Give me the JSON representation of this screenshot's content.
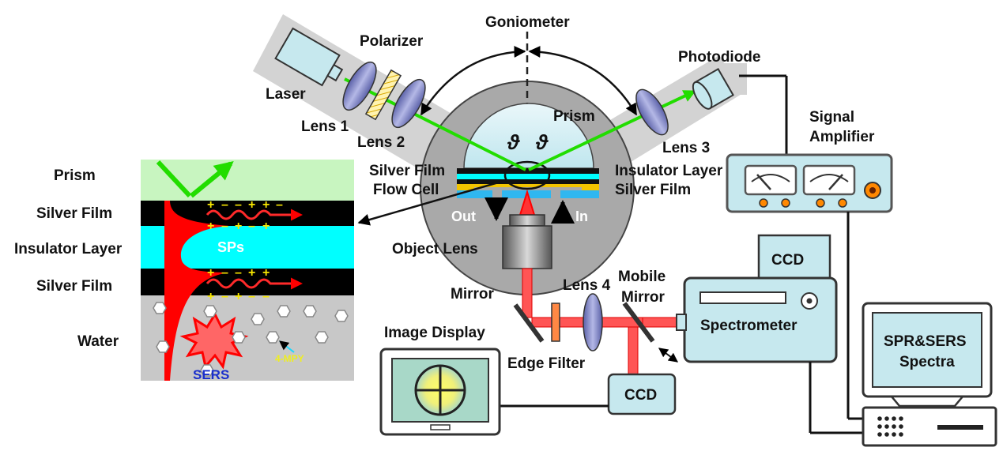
{
  "labels": {
    "goniometer": "Goniometer",
    "polarizer": "Polarizer",
    "laser": "Laser",
    "lens1": "Lens 1",
    "lens2": "Lens 2",
    "prism_top": "Prism",
    "theta_left": "ϑ",
    "theta_right": "ϑ",
    "silver_film_left": "Silver Film",
    "flow_cell": "Flow Cell",
    "insulator_layer_right": "Insulator Layer",
    "silver_film_right": "Silver Film",
    "lens3": "Lens 3",
    "photodiode": "Photodiode",
    "signal": "Signal",
    "amplifier": "Amplifier",
    "out": "Out",
    "in": "In",
    "object_lens": "Object Lens",
    "mirror": "Mirror",
    "lens4": "Lens 4",
    "mobile": "Mobile",
    "mobile_mirror": "Mirror",
    "ccd_top": "CCD",
    "spectrometer": "Spectrometer",
    "image_display": "Image Display",
    "edge_filter": "Edge Filter",
    "ccd_bottom": "CCD",
    "spectra_line1": "SPR&SERS",
    "spectra_line2": "Spectra"
  },
  "inset": {
    "prism": "Prism",
    "silver_film_1": "Silver Film",
    "insulator_layer": "Insulator Layer",
    "silver_film_2": "Silver Film",
    "water": "Water",
    "sps": "SPs",
    "sers": "SERS",
    "mpy": "4-MPY"
  },
  "colors": {
    "laser_beam": "#22dd00",
    "ccd_beam": "#ff5555",
    "cyan_layer": "#00ffff",
    "prism_green": "#c8f5c0",
    "lens_blue": "#8c92c8",
    "device_fill": "#c6e8ee",
    "goniometer_gray": "#a9a9a9",
    "field_red": "#ff0000",
    "sers_text": "#1a2fcc",
    "mpy_text": "#eeee22"
  }
}
